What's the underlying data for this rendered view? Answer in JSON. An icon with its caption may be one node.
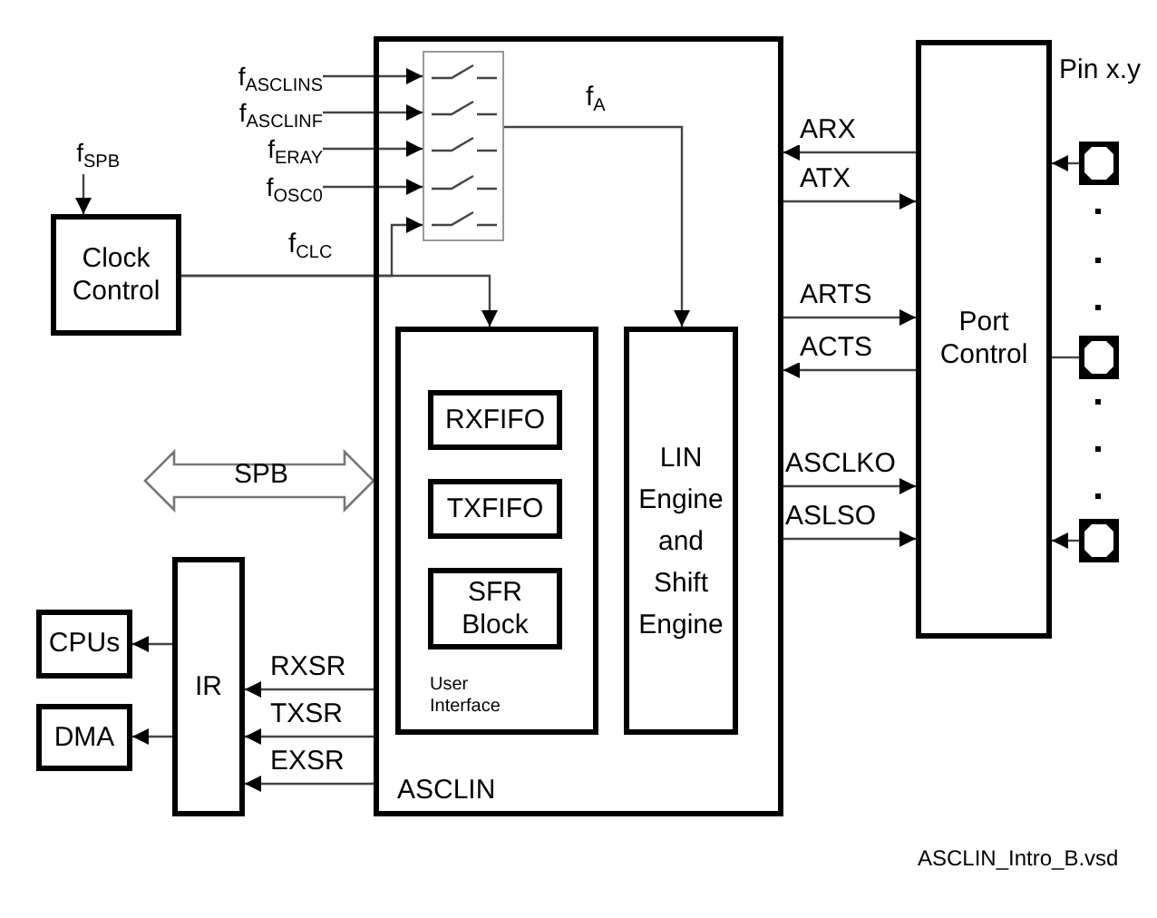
{
  "diagram": {
    "nodes": [
      {
        "text": [
          "ASCLIN"
        ]
      },
      {
        "text": [
          "f$_{ASCLINS}$"
        ]
      },
      {
        "text": [
          "f$_{ASCLINF}$"
        ]
      },
      {
        "text": [
          "f$_{ERAY}$"
        ]
      },
      {
        "text": [
          "f$_{OSC0}$"
        ]
      },
      {
        "text": [],
        "shape": "box",
        "in": 0
      },
      {
        "text": [
          "f$_{SPB}$"
        ]
      },
      {
        "text": [
          "Clock Control"
        ]
      },
      {
        "text": [
          "User Interface"
        ],
        "in": 0
      },
      {
        "text": [
          "RXFIFO"
        ],
        "in": 8
      },
      {
        "text": [
          "TXFIFO"
        ],
        "in": 8
      },
      {
        "text": [
          "SFR Block"
        ],
        "in": 8
      },
      {
        "text": [
          "LIN Engine and Shift Engine"
        ],
        "in": 0
      },
      {
        "text": [
          "Port Control"
        ]
      },
      {
        "text": [],
        "shape": "box"
      },
      {
        "text": [],
        "shape": "box"
      },
      {
        "text": [],
        "shape": "box"
      },
      {
        "text": [
          "IR"
        ]
      },
      {
        "text": [
          "CPUs"
        ]
      },
      {
        "text": [
          "DMA"
        ]
      }
    ],
    "edges": [
      {
        "from": 1,
        "to": 5,
        "arrow": "to"
      },
      {
        "from": 2,
        "to": 5,
        "arrow": "to"
      },
      {
        "from": 3,
        "to": 5,
        "arrow": "to"
      },
      {
        "from": 4,
        "to": 5,
        "arrow": "to"
      },
      {
        "from": 6,
        "to": 7,
        "arrow": "to"
      },
      {
        "from": 7,
        "to": 8,
        "arrow": "to",
        "label": "f$_{CLC}$"
      },
      {
        "from": 7,
        "to": 5,
        "arrow": "to"
      },
      {
        "from": 5,
        "to": 12,
        "arrow": "to",
        "label": "f$_{A}$"
      },
      {
        "from": 13,
        "to": 0,
        "arrow": "to",
        "label": "ARX"
      },
      {
        "from": 0,
        "to": 13,
        "arrow": "to",
        "label": "ATX"
      },
      {
        "from": 0,
        "to": 13,
        "arrow": "to",
        "label": "ARTS"
      },
      {
        "from": 13,
        "to": 0,
        "arrow": "to",
        "label": "ACTS"
      },
      {
        "from": 0,
        "to": 13,
        "arrow": "to",
        "label": "ASCLKO"
      },
      {
        "from": 0,
        "to": 13,
        "arrow": "to",
        "label": "ASLSO"
      },
      {
        "from": 14,
        "to": 13,
        "arrow": "to"
      },
      {
        "from": 15,
        "to": 13,
        "arrow": "none"
      },
      {
        "from": 16,
        "to": 13,
        "arrow": "to"
      },
      {
        "from": null,
        "to": 0,
        "arrow": "both",
        "label": "SPB",
        "style": "thick"
      },
      {
        "from": 0,
        "to": 17,
        "arrow": "to",
        "label": "RXSR"
      },
      {
        "from": 0,
        "to": 17,
        "arrow": "to",
        "label": "TXSR"
      },
      {
        "from": 0,
        "to": 17,
        "arrow": "to",
        "label": "EXSR"
      },
      {
        "from": 17,
        "to": 18,
        "arrow": "to"
      },
      {
        "from": 17,
        "to": 19,
        "arrow": "to"
      }
    ],
    "labels": [
      "Pin x.y",
      "ASCLIN_Intro_B.vsd"
    ]
  }
}
